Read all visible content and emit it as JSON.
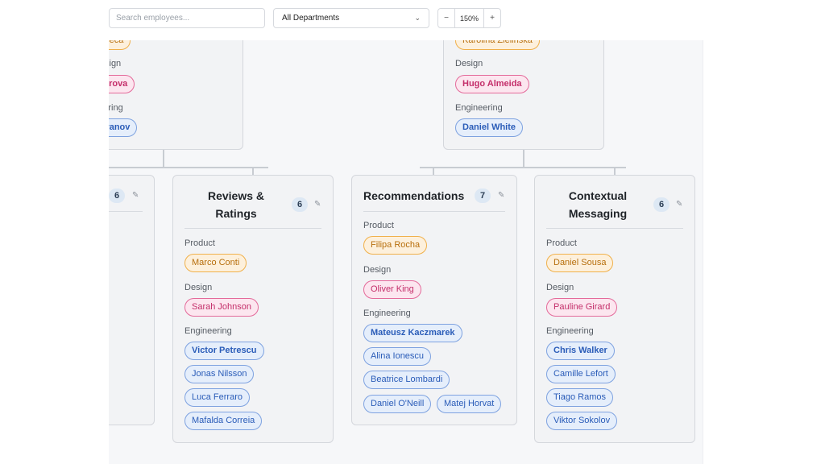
{
  "toolbar": {
    "search_placeholder": "Search employees...",
    "department_filter": "All Departments",
    "zoom_minus": "−",
    "zoom_level": "150%",
    "zoom_plus": "+"
  },
  "parent_left": {
    "chips": [
      "ta Fonseca",
      "ina Petrova",
      "lexei Ivanov"
    ],
    "labels": [
      "sign",
      "Engineering"
    ]
  },
  "parent_right": {
    "chips": [
      "Karolina Zielińska",
      "Hugo Almeida",
      "Daniel White"
    ],
    "labels": [
      "Design",
      "Engineering"
    ]
  },
  "teams": [
    {
      "count": "6"
    },
    {
      "title_line1": "Reviews &",
      "title_line2": "Ratings",
      "count": "6",
      "product_label": "Product",
      "design_label": "Design",
      "engineering_label": "Engineering",
      "product": [
        "Marco Conti"
      ],
      "design": [
        "Sarah Johnson"
      ],
      "engineering": [
        "Victor Petrescu",
        "Jonas Nilsson",
        "Luca Ferraro",
        "Mafalda Correia"
      ]
    },
    {
      "title_line1": "Recommendations",
      "count": "7",
      "product_label": "Product",
      "design_label": "Design",
      "engineering_label": "Engineering",
      "product": [
        "Filipa Rocha"
      ],
      "design": [
        "Oliver King"
      ],
      "engineering": [
        "Mateusz Kaczmarek",
        "Alina Ionescu",
        "Beatrice Lombardi",
        "Daniel O'Neill",
        "Matej Horvat"
      ]
    },
    {
      "title_line1": "Contextual",
      "title_line2": "Messaging",
      "count": "6",
      "product_label": "Product",
      "design_label": "Design",
      "engineering_label": "Engineering",
      "product": [
        "Daniel Sousa"
      ],
      "design": [
        "Pauline Girard"
      ],
      "engineering": [
        "Chris Walker",
        "Camille Lefort",
        "Tiago Ramos",
        "Viktor Sokolov"
      ]
    }
  ],
  "colors": {
    "product": "#f0b04a",
    "design": "#e46a9a",
    "engineering": "#7ea2e0"
  }
}
